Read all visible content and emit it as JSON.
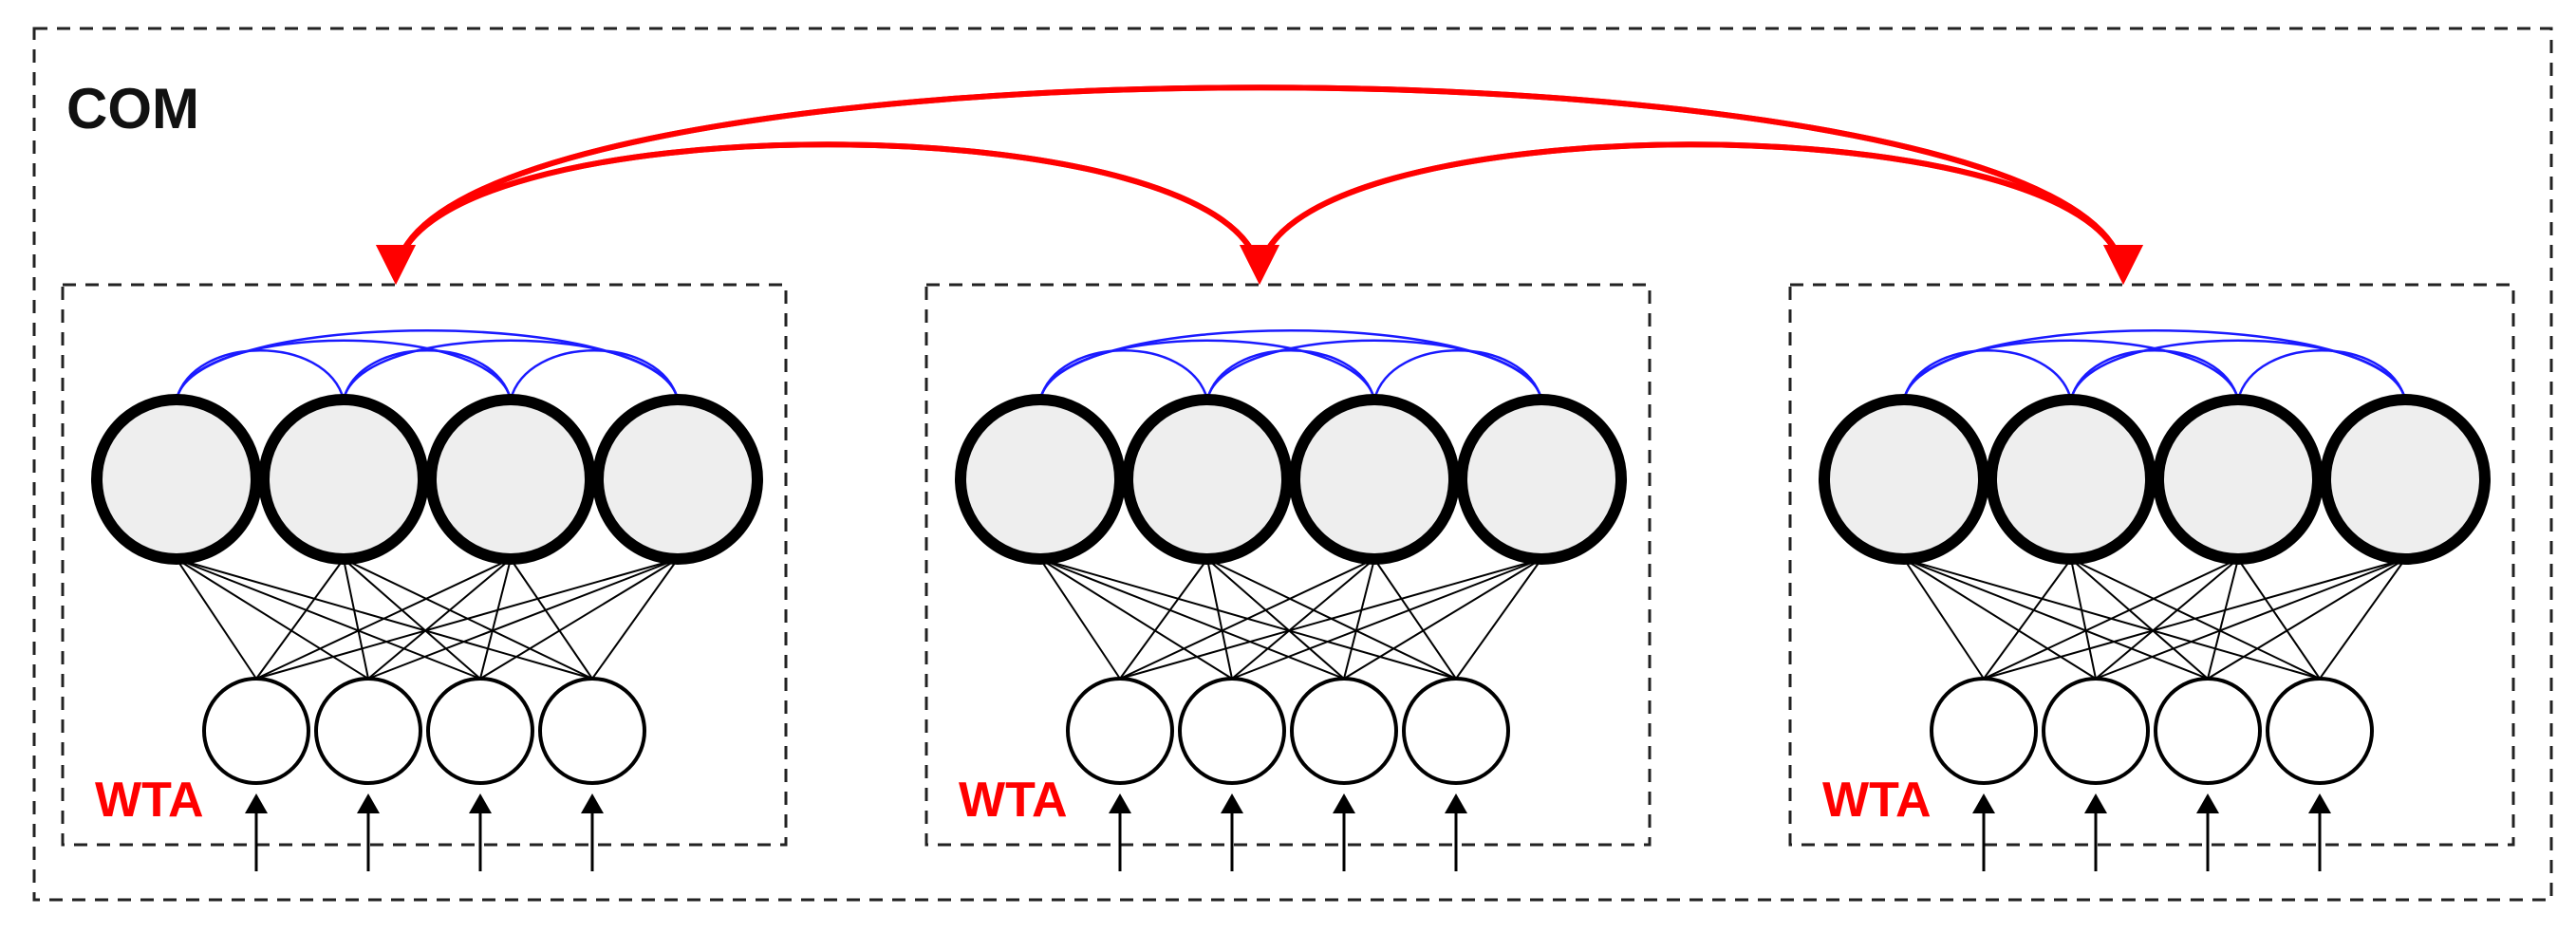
{
  "outer": {
    "label": "COM"
  },
  "modules": [
    {
      "label": "WTA"
    },
    {
      "label": "WTA"
    },
    {
      "label": "WTA"
    }
  ],
  "neurons_per_module": 4,
  "inputs_per_module": 4,
  "colors": {
    "border": "#222222",
    "label": "#111111",
    "wta_label": "#ff0000",
    "inter_module_arrow": "#ff0000",
    "lateral_connection": "#1a1aff",
    "neuron_fill": "#eeeeee",
    "neuron_stroke": "#000000",
    "input_fill": "#ffffff",
    "feedforward": "#000000"
  }
}
